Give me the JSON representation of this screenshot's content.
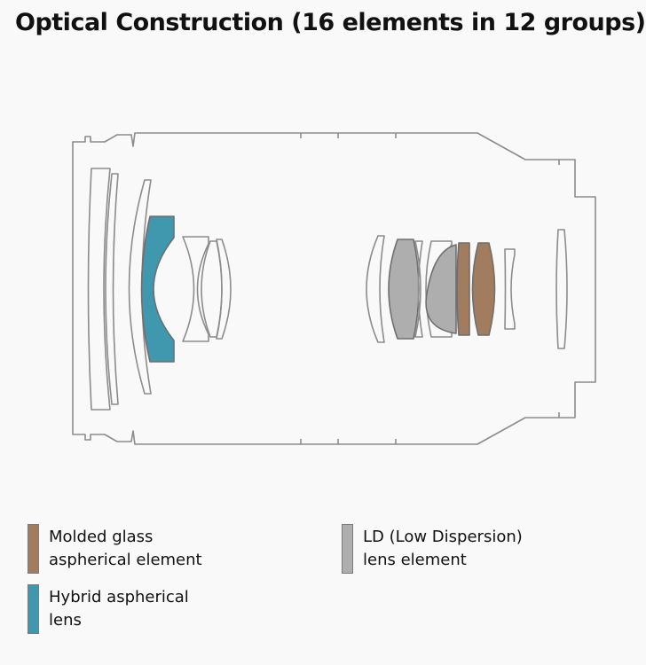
{
  "title": "Optical Construction (16 elements in 12 groups)",
  "colors": {
    "molded": "#a27c5e",
    "hybrid": "#3f98ad",
    "ld": "#aeaeae",
    "outline": "#8c8c8c"
  },
  "legend": {
    "molded": {
      "line1": "Molded glass",
      "line2": "aspherical element",
      "color_key": "molded"
    },
    "ld": {
      "line1": "LD (Low Dispersion)",
      "line2": "lens element",
      "color_key": "ld"
    },
    "hybrid": {
      "line1": "Hybrid aspherical",
      "line2": "lens",
      "color_key": "hybrid"
    }
  }
}
